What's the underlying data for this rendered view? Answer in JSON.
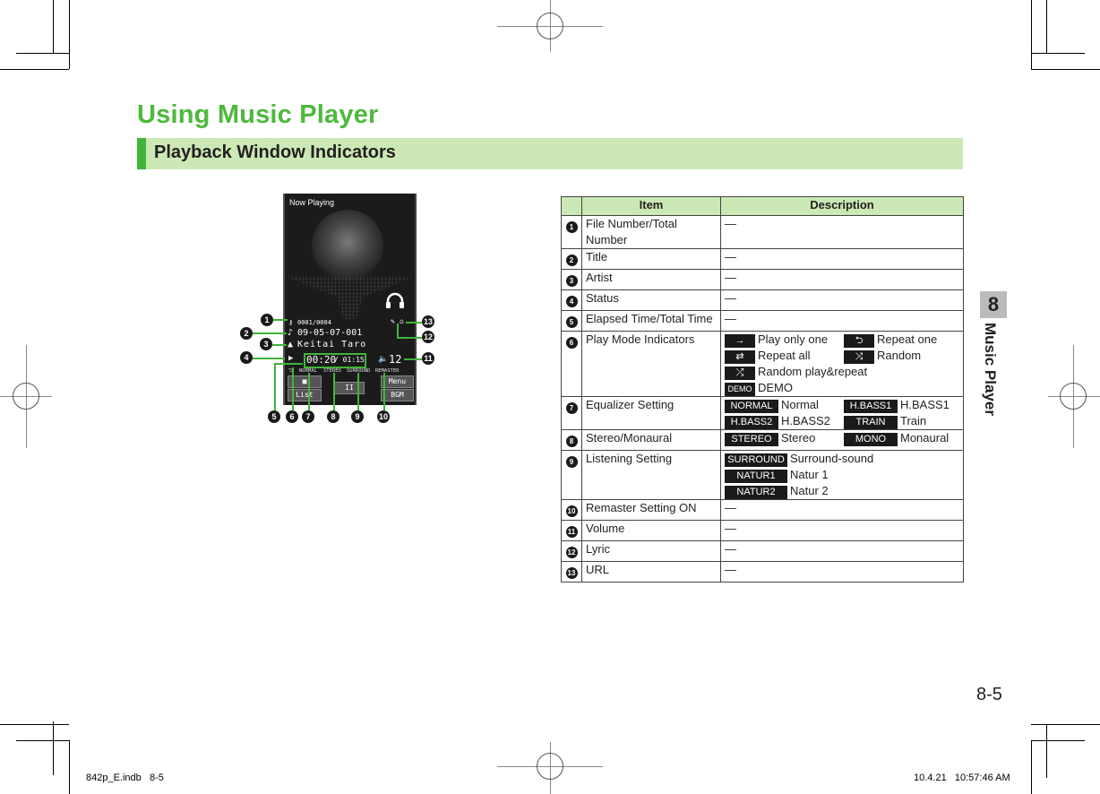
{
  "page": {
    "title": "Using Music Player",
    "section": "Playback Window Indicators",
    "side_tab_number": "8",
    "side_tab_label": "Music Player",
    "page_number": "8-5",
    "slug_file": "842p_E.indb   8-5",
    "slug_timestamp": "10.4.21   10:57:46 AM"
  },
  "colors": {
    "title_green": "#4db93b",
    "section_bg": "#cce8b5",
    "accent_green": "#3fb53a"
  },
  "screen": {
    "header": "Now Playing",
    "file_number": "0001/0004",
    "track_title": "09-05-07-001",
    "artist": "Keitai Taro",
    "elapsed": "00:20",
    "total": "/ 01:15",
    "volume": "12",
    "labels": {
      "eq": "NORMAL",
      "stereo": "STEREO",
      "listening": "SURROUND",
      "remaster": "REMASTER"
    },
    "softkeys": {
      "stop": "■",
      "list": "List",
      "pause": "II",
      "menu": "Menu",
      "bgm": "BGM"
    }
  },
  "callouts": [
    "1",
    "2",
    "3",
    "4",
    "5",
    "6",
    "7",
    "8",
    "9",
    "10",
    "11",
    "12",
    "13"
  ],
  "table": {
    "headers": {
      "item": "Item",
      "description": "Description"
    },
    "rows": [
      {
        "num": "1",
        "item": "File Number/Total Number",
        "desc": "—"
      },
      {
        "num": "2",
        "item": "Title",
        "desc": "—"
      },
      {
        "num": "3",
        "item": "Artist",
        "desc": "—"
      },
      {
        "num": "4",
        "item": "Status",
        "desc": "—"
      },
      {
        "num": "5",
        "item": "Elapsed Time/Total Time",
        "desc": "—"
      },
      {
        "num": "6",
        "item": "Play Mode Indicators",
        "icons": [
          {
            "icon": "→",
            "label": "Play only one"
          },
          {
            "icon": "⮌",
            "label": "Repeat one"
          },
          {
            "icon": "⇄",
            "label": "Repeat all"
          },
          {
            "icon": "⤨",
            "label": "Random"
          },
          {
            "icon": "⤮",
            "label": "Random play&repeat"
          },
          {
            "icon": "DEMO",
            "label": "DEMO"
          }
        ]
      },
      {
        "num": "7",
        "item": "Equalizer Setting",
        "icons": [
          {
            "icon": "NORMAL",
            "label": "Normal"
          },
          {
            "icon": "H.BASS1",
            "label": "H.BASS1"
          },
          {
            "icon": "H.BASS2",
            "label": "H.BASS2"
          },
          {
            "icon": "TRAIN",
            "label": "Train"
          }
        ]
      },
      {
        "num": "8",
        "item": "Stereo/Monaural",
        "icons": [
          {
            "icon": "STEREO",
            "label": "Stereo"
          },
          {
            "icon": "MONO",
            "label": "Monaural"
          }
        ]
      },
      {
        "num": "9",
        "item": "Listening Setting",
        "icons": [
          {
            "icon": "SURROUND",
            "label": "Surround-sound"
          },
          {
            "icon": "NATUR1",
            "label": "Natur 1"
          },
          {
            "icon": "NATUR2",
            "label": "Natur 2"
          }
        ]
      },
      {
        "num": "10",
        "item": "Remaster Setting ON",
        "desc": "—"
      },
      {
        "num": "11",
        "item": "Volume",
        "desc": "—"
      },
      {
        "num": "12",
        "item": "Lyric",
        "desc": "—"
      },
      {
        "num": "13",
        "item": "URL",
        "desc": "—"
      }
    ]
  }
}
